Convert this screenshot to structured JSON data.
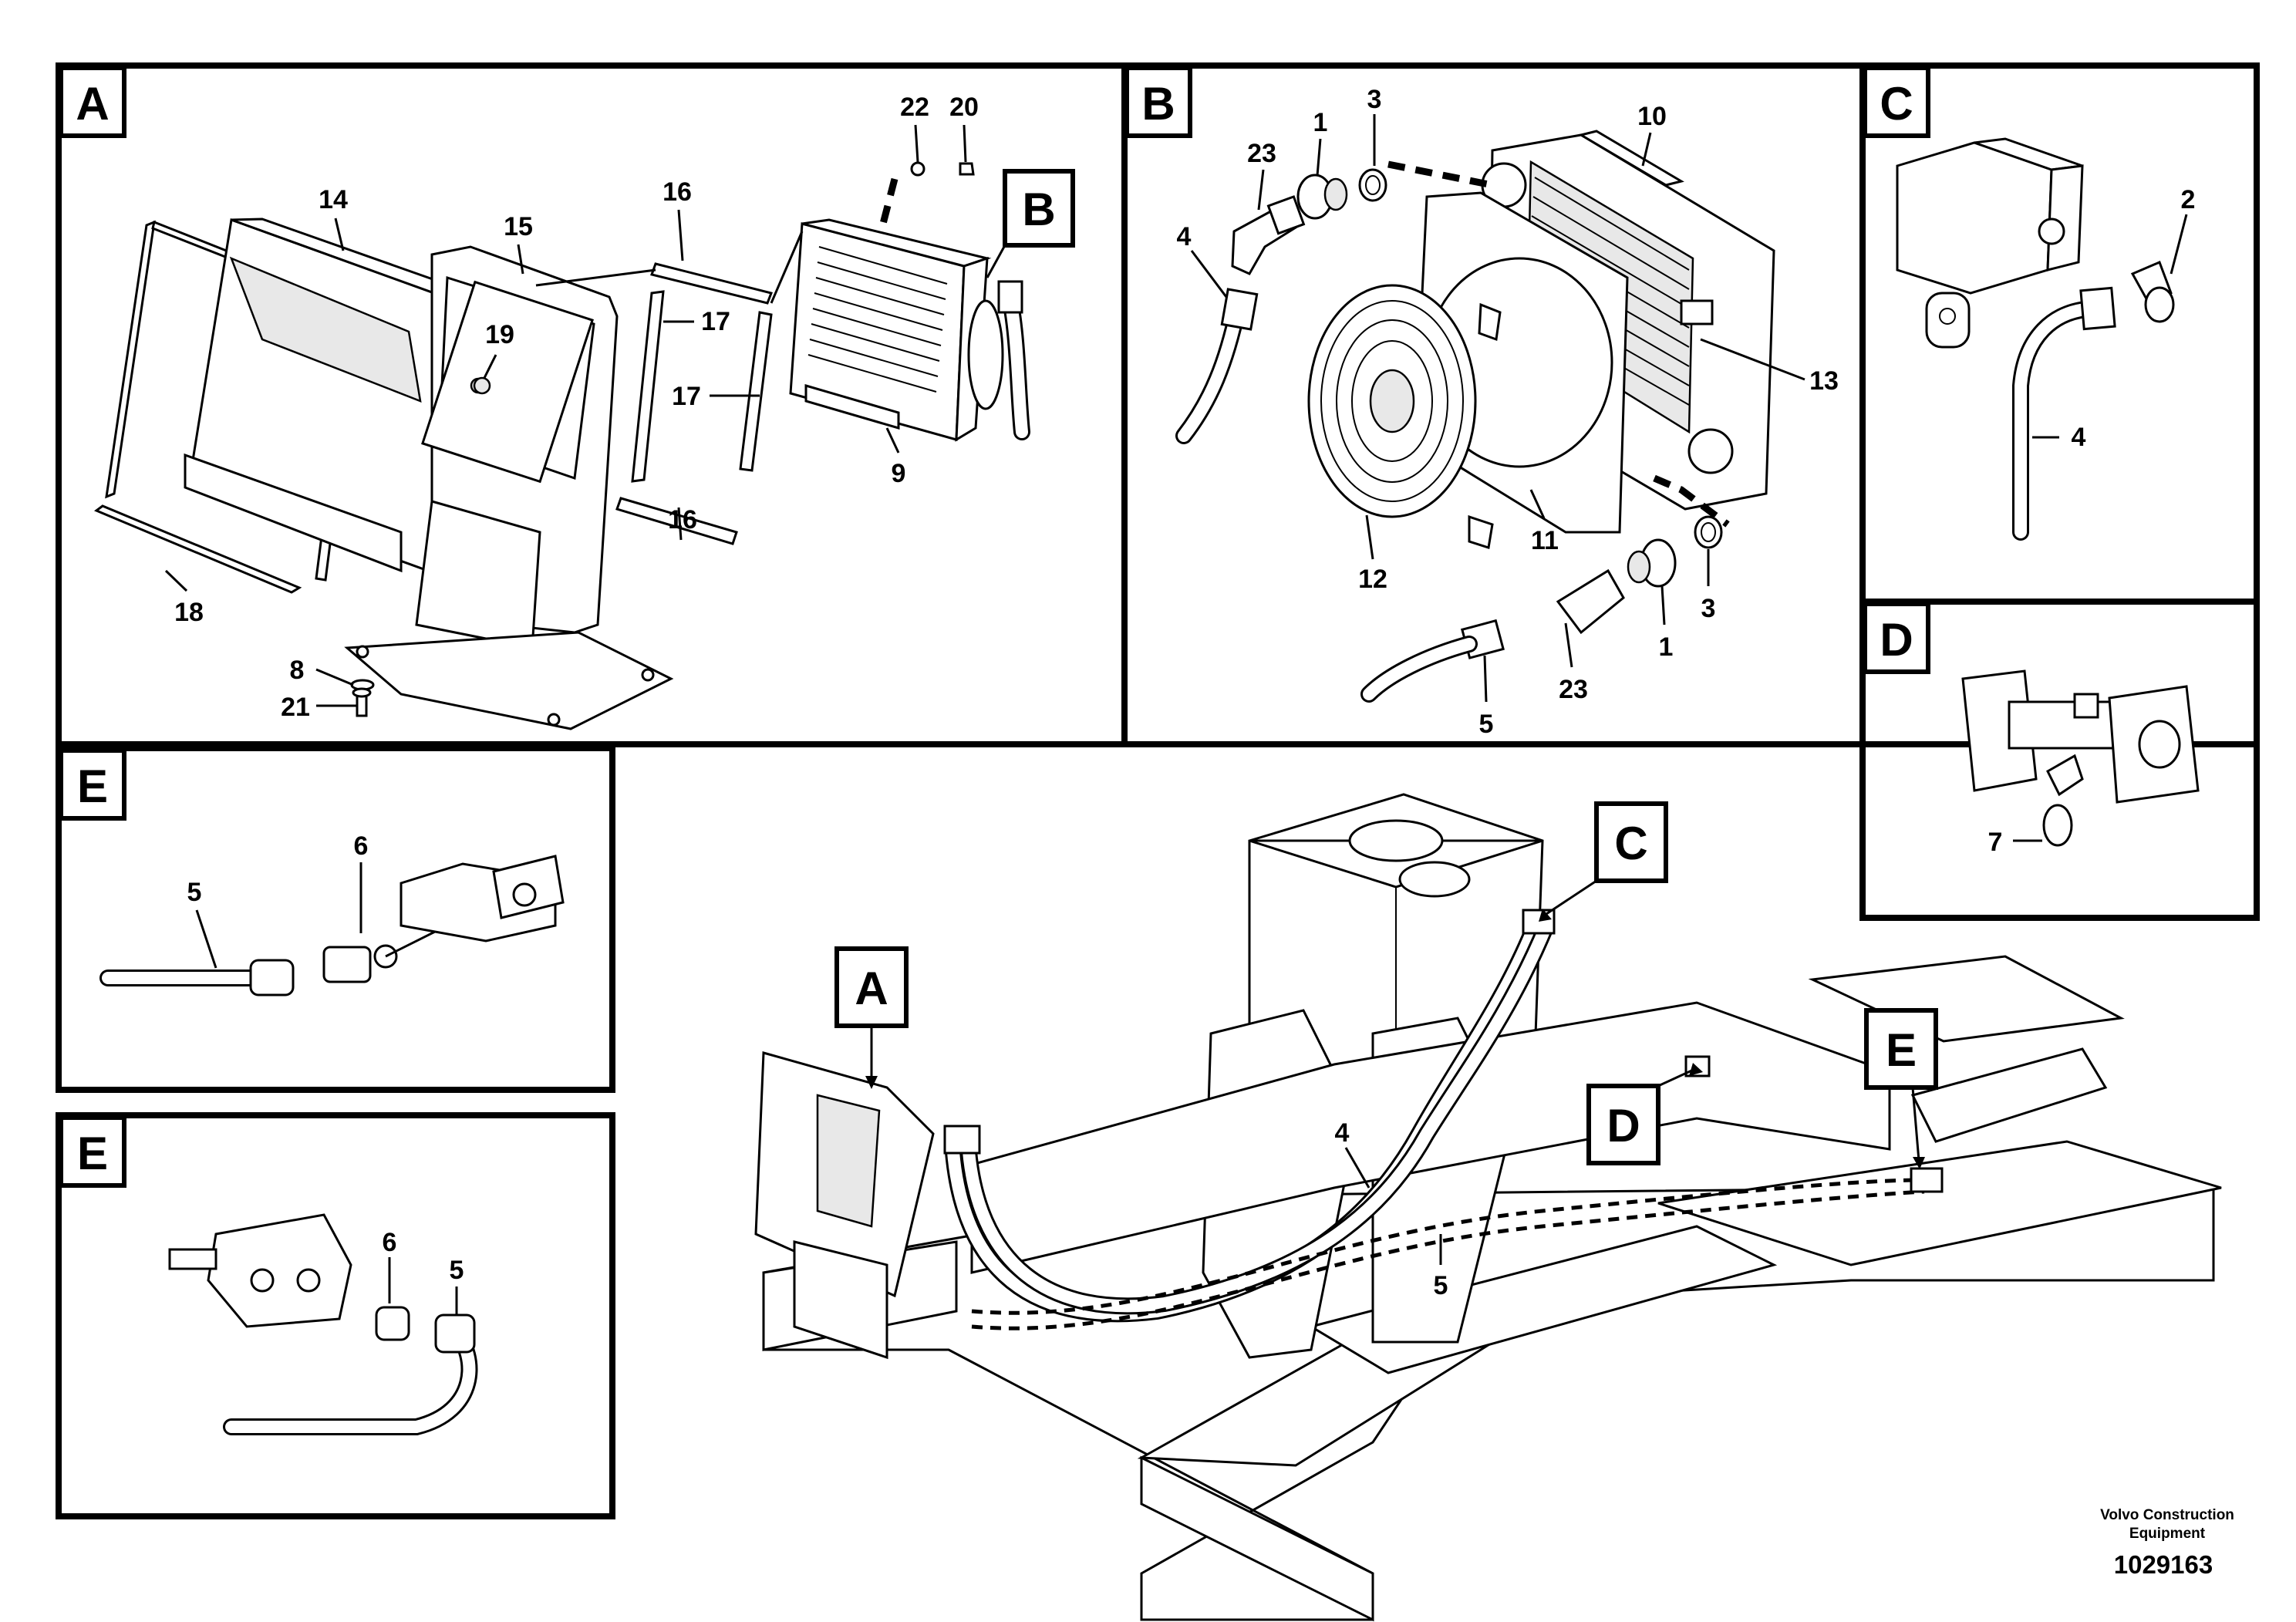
{
  "panels": {
    "A": "A",
    "B": "B",
    "C": "C",
    "D": "D",
    "E1": "E",
    "E2": "E"
  },
  "callouts": {
    "main_A": "A",
    "main_C": "C",
    "main_D": "D",
    "main_E": "E",
    "panelA_B": "B"
  },
  "labels": {
    "a14": "14",
    "a15": "15",
    "a16_top": "16",
    "a16_bot": "16",
    "a17_top": "17",
    "a17_bot": "17",
    "a18": "18",
    "a19": "19",
    "a22": "22",
    "a20": "20",
    "a9": "9",
    "a8": "8",
    "a21": "21",
    "b23_top": "23",
    "b1_top": "1",
    "b3_top": "3",
    "b10": "10",
    "b4": "4",
    "b13": "13",
    "b12": "12",
    "b11": "11",
    "b3_bot": "3",
    "b1_bot": "1",
    "b23_bot": "23",
    "b5": "5",
    "c2": "2",
    "c4": "4",
    "d7": "7",
    "e1_6": "6",
    "e1_5": "5",
    "e2_6": "6",
    "e2_5": "5",
    "m4": "4",
    "m5": "5"
  },
  "footer": {
    "company_line1": "Volvo Construction",
    "company_line2": "Equipment",
    "drawing_number": "1029163"
  }
}
